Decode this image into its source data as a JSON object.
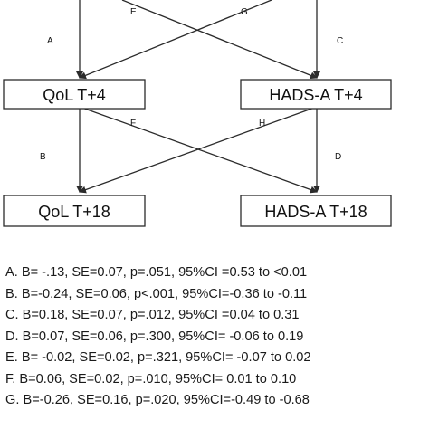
{
  "nodes": {
    "qol_t4": "QoL T+4",
    "hads_t4": "HADS-A T+4",
    "qol_t18": "QoL T+18",
    "hads_t18": "HADS-A T+18"
  },
  "path_labels": {
    "a": "A",
    "b": "B",
    "c": "C",
    "d": "D",
    "e": "E",
    "f": "F",
    "g": "G",
    "h": "H"
  },
  "results": [
    "A. B= -.13, SE=0.07, p=.051, 95%CI =0.53 to <0.01",
    "B. B=-0.24, SE=0.06, p<.001, 95%CI=-0.36 to -0.11",
    "C. B=0.18, SE=0.07, p=.012, 95%CI =0.04 to 0.31",
    "D. B=0.07, SE=0.06, p=.300, 95%CI= -0.06 to 0.19",
    "E. B= -0.02, SE=0.02, p=.321, 95%CI= -0.07 to 0.02",
    "F. B=0.06, SE=0.02, p=.010, 95%CI= 0.01 to 0.10",
    "G. B=-0.26, SE=0.16, p=.020, 95%CI=-0.49 to -0.68"
  ]
}
